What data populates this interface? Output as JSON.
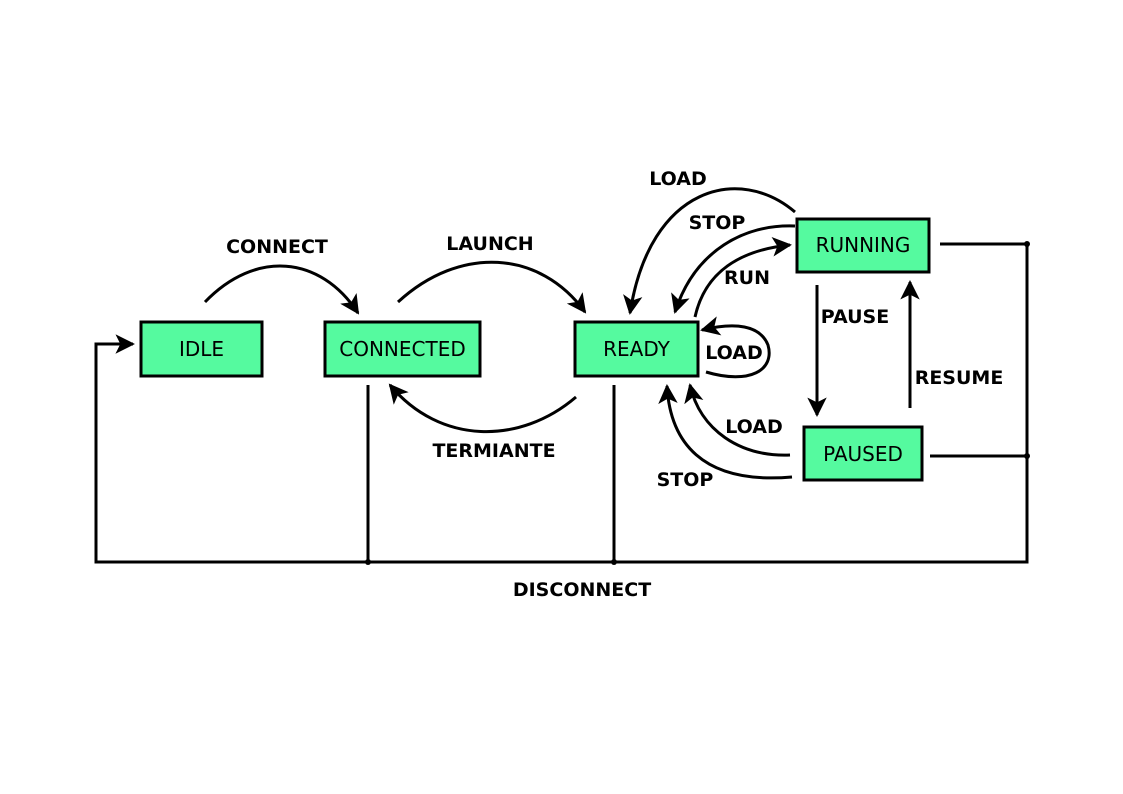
{
  "states": {
    "idle": "IDLE",
    "connected": "CONNECTED",
    "ready": "READY",
    "running": "RUNNING",
    "paused": "PAUSED"
  },
  "transitions": {
    "connect": "CONNECT",
    "launch": "LAUNCH",
    "terminate": "TERMIANTE",
    "load_running_ready": "LOAD",
    "stop_running_ready": "STOP",
    "run": "RUN",
    "load_self": "LOAD",
    "pause": "PAUSE",
    "resume": "RESUME",
    "load_paused_ready": "LOAD",
    "stop_paused_ready": "STOP",
    "disconnect": "DISCONNECT"
  },
  "colors": {
    "state_fill": "#55fa9f",
    "stroke": "#000000"
  }
}
